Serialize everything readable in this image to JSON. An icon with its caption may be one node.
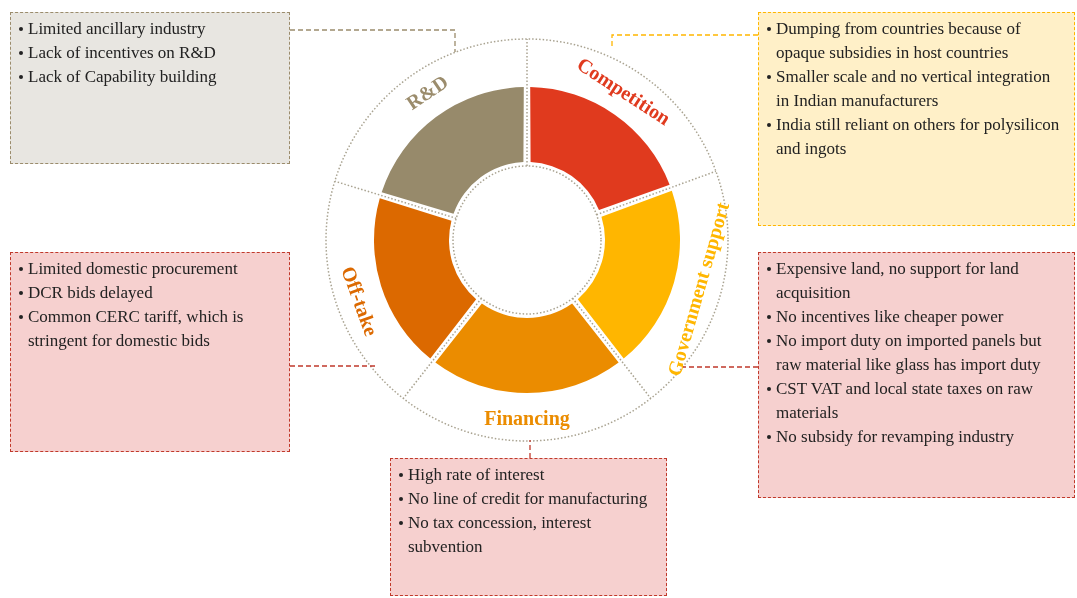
{
  "diagram": {
    "nodes": [
      {
        "text": [
          "Limited ancillary industry",
          "Lack of incentives on R&D",
          "Lack of Capability building"
        ]
      },
      {
        "text": [
          "R&D"
        ]
      },
      {
        "text": [
          "Competition"
        ]
      },
      {
        "text": [
          "Dumping from countries because of opaque subsidies in host countries",
          "Smaller scale and no vertical integration in Indian manufacturers",
          "India still reliant on others for polysilicon and ingots"
        ]
      },
      {
        "text": [
          "Limited domestic procurement",
          "DCR bids delayed",
          "Common CERC tariff, which is stringent for domestic bids"
        ]
      },
      {
        "text": [
          "Off-take"
        ]
      },
      {
        "text": [
          "Government support"
        ]
      },
      {
        "text": [
          "Expensive land, no support for land acquisition",
          "No incentives like cheaper power",
          "No import duty on imported panels but raw material like glass has import duty",
          "CST VAT and local state  taxes on raw materials",
          "No subsidy for revamping industry"
        ]
      },
      {
        "text": [
          "Financing"
        ]
      },
      {
        "text": [
          "High rate of interest",
          "No line of credit for manufacturing",
          "No tax concession, interest subvention"
        ]
      }
    ],
    "edges": [
      {
        "from": 0,
        "to": 1,
        "arrow": "none",
        "style": "dashed",
        "color": "#9b8c6c"
      },
      {
        "from": 3,
        "to": 2,
        "arrow": "none",
        "style": "dashed",
        "color": "#ffb600"
      },
      {
        "from": 4,
        "to": 5,
        "arrow": "none",
        "style": "dashed"
      },
      {
        "from": 7,
        "to": 6,
        "arrow": "none",
        "style": "dashed"
      },
      {
        "from": 9,
        "to": 8,
        "arrow": "none",
        "style": "dashed"
      }
    ]
  }
}
